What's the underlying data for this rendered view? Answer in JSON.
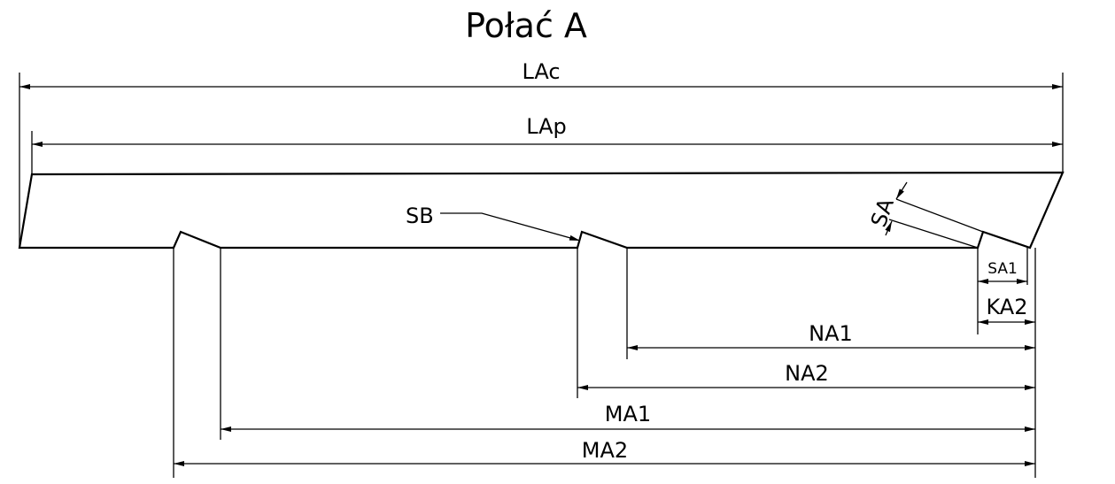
{
  "title": "Połać A",
  "labels": {
    "lac": "LAc",
    "lap": "LAp",
    "sb": "SB",
    "sa": "SA",
    "sa1": "SA1",
    "ka2": "KA2",
    "na1": "NA1",
    "na2": "NA2",
    "ma1": "MA1",
    "ma2": "MA2"
  }
}
